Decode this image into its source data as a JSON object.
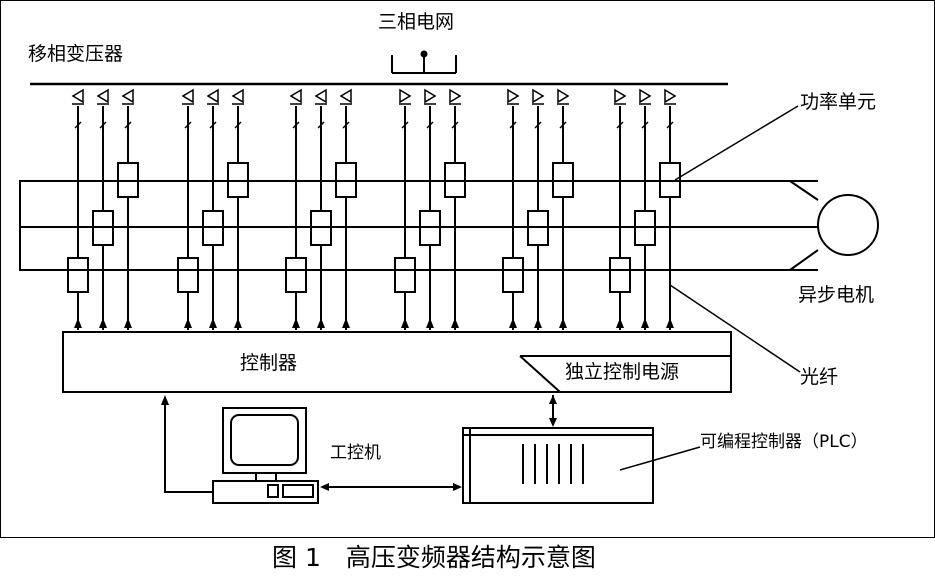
{
  "labels": {
    "transformer": "移相变压器",
    "grid": "三相电网",
    "power_unit": "功率单元",
    "motor": "异步电机",
    "controller": "控制器",
    "fiber": "光纤",
    "power_supply": "独立控制电源",
    "ipc": "工控机",
    "plc": "可编程控制器（PLC）"
  },
  "caption": "图 1　高压变频器结构示意图"
}
